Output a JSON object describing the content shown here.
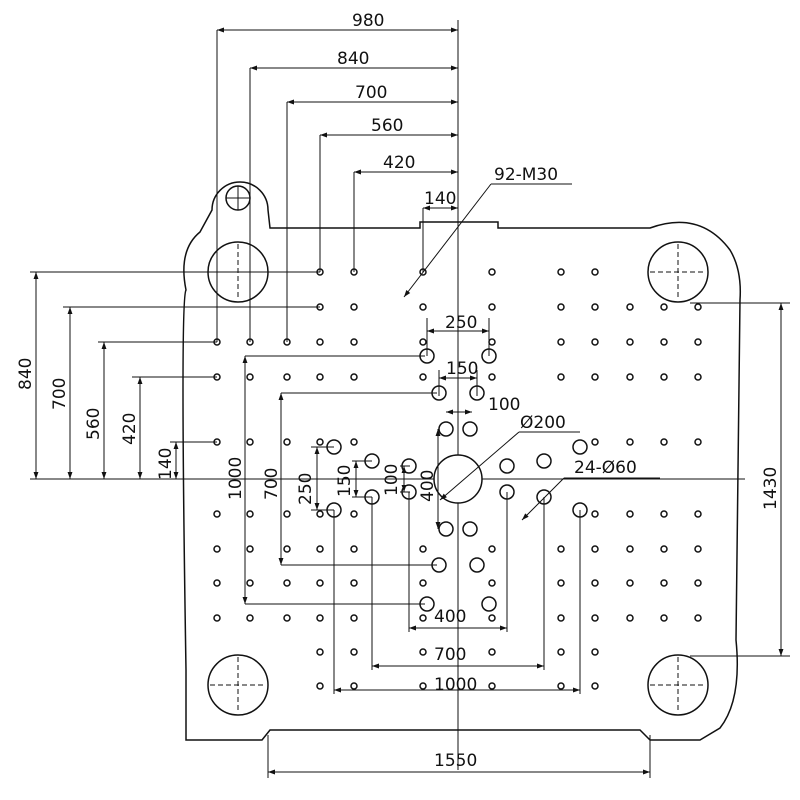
{
  "drawing": {
    "horizontal_dims": [
      "980",
      "840",
      "700",
      "560",
      "420",
      "140"
    ],
    "thread_callout": "92-M30",
    "vertical_left_dims": [
      "840",
      "700",
      "560",
      "420",
      "140"
    ],
    "center_dims": {
      "d250_top": "250",
      "d150_top": "150",
      "d100_top": "100",
      "dia200": "Ø200",
      "dia60": "24-Ø60",
      "v1000": "1000",
      "v700": "700",
      "v250": "250",
      "v150": "150",
      "v100": "100",
      "v400": "400",
      "h400": "400",
      "h700": "700",
      "h1000": "1000"
    },
    "right_dim": "1430",
    "bottom_dim": "1550"
  }
}
